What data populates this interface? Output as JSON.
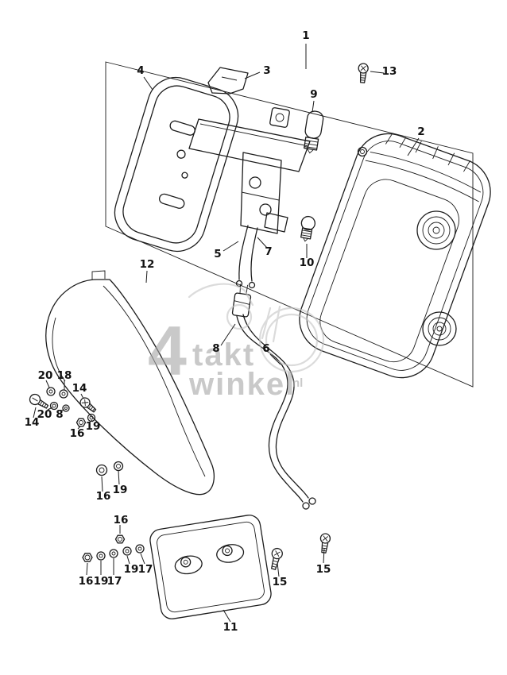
{
  "figure": {
    "background": "#ffffff",
    "line_color": "#1c1c1c"
  },
  "watermark": {
    "big": "4",
    "word1": "takt",
    "word2": "winkel",
    "suffix": "nl",
    "color": "#a6a6a6"
  },
  "callouts": [
    "1",
    "2",
    "3",
    "4",
    "5",
    "6",
    "7",
    "8",
    "9",
    "10",
    "11",
    "12",
    "13",
    "14",
    "14",
    "15",
    "15",
    "16",
    "16",
    "16",
    "16",
    "17",
    "17",
    "18",
    "19",
    "19",
    "19",
    "19",
    "20",
    "20",
    "8"
  ]
}
